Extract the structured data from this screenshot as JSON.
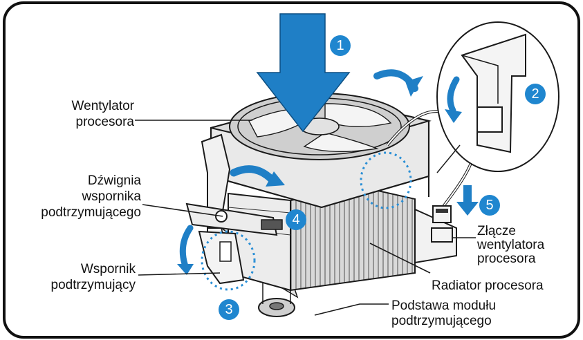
{
  "labels": {
    "fan": [
      "Wentylator",
      "procesora"
    ],
    "lever": [
      "Dźwignia",
      "wspornika",
      "podtrzymującego"
    ],
    "bracket": [
      "Wspornik",
      "podtrzymujący"
    ],
    "connector": [
      "Złącze",
      "wentylatora",
      "procesora"
    ],
    "heatsink": "Radiator procesora",
    "base": [
      "Podstawa modułu",
      "podtrzymującego"
    ]
  },
  "steps": [
    "1",
    "2",
    "3",
    "4",
    "5"
  ],
  "colors": {
    "step_badge": "#1f86cf",
    "arrow_blue": "#1f7fc6",
    "dotted_circle": "#2a8fd6",
    "line_art": "#1a1a1a",
    "frame": "#111111"
  }
}
